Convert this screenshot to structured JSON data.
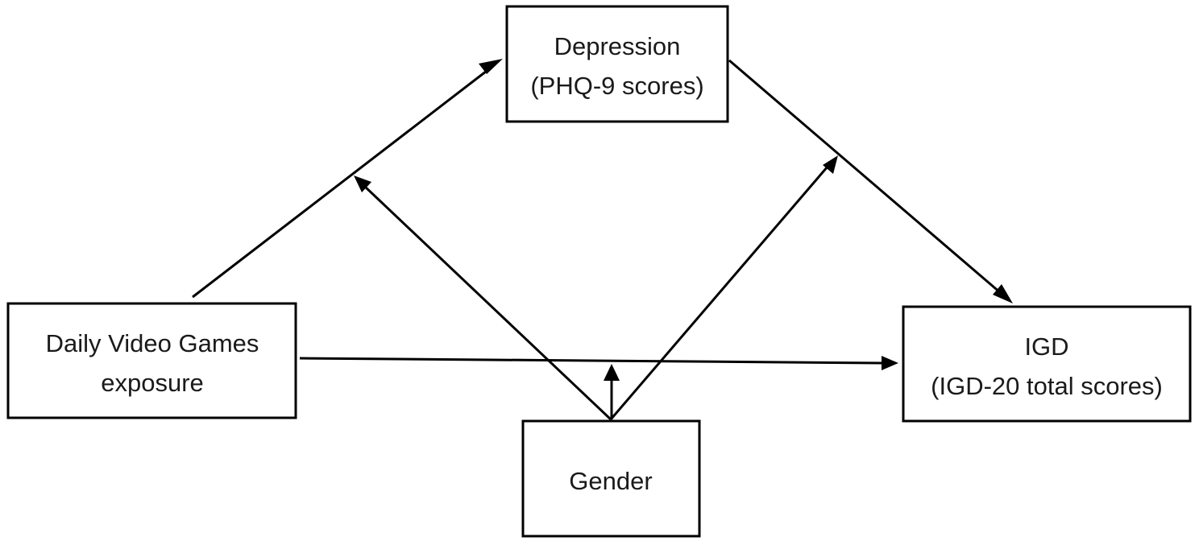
{
  "nodes": {
    "depression": {
      "line1": "Depression",
      "line2": "(PHQ-9 scores)"
    },
    "exposure": {
      "line1": "Daily Video Games",
      "line2": "exposure"
    },
    "igd": {
      "line1": "IGD",
      "line2": "(IGD-20 total scores)"
    },
    "gender": {
      "line1": "Gender"
    }
  },
  "colors": {
    "stroke": "#000000",
    "text": "#1a1a1a",
    "background": "#ffffff"
  }
}
